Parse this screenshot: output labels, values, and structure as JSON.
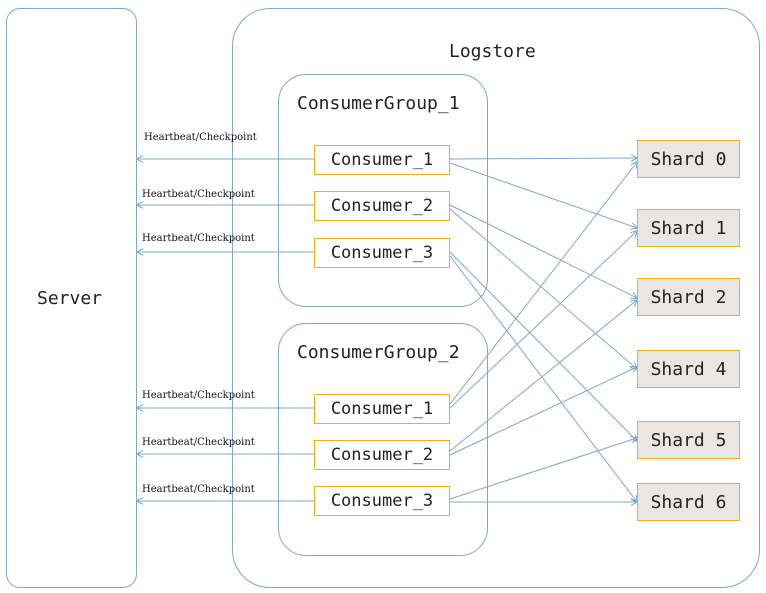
{
  "server": {
    "label": "Server"
  },
  "logstore": {
    "label": "Logstore"
  },
  "groups": [
    {
      "label": "ConsumerGroup_1",
      "consumers": [
        "Consumer_1",
        "Consumer_2",
        "Consumer_3"
      ]
    },
    {
      "label": "ConsumerGroup_2",
      "consumers": [
        "Consumer_1",
        "Consumer_2",
        "Consumer_3"
      ]
    }
  ],
  "heartbeat_label": "Heartbeat/Checkpoint",
  "heartbeats": [
    "Heartbeat/Checkpoint",
    "Heartbeat/Checkpoint",
    "Heartbeat/Checkpoint",
    "Heartbeat/Checkpoint",
    "Heartbeat/Checkpoint",
    "Heartbeat/Checkpoint"
  ],
  "shards": [
    "Shard 0",
    "Shard 1",
    "Shard 2",
    "Shard 4",
    "Shard 5",
    "Shard 6"
  ],
  "colors": {
    "connector": "#7fa7c9",
    "consumer_border": "#e8b21c",
    "shard_fill": "#e9e6e4"
  }
}
